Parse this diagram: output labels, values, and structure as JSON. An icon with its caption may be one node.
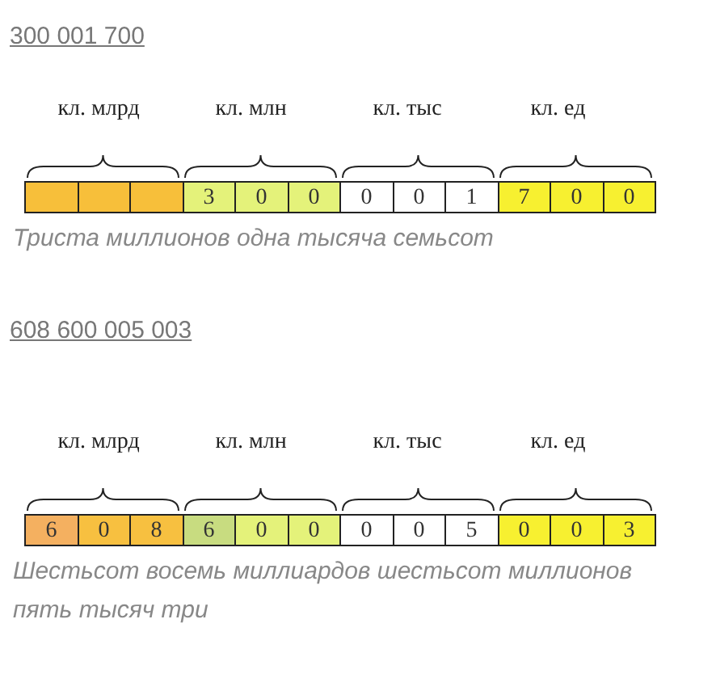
{
  "diagram": {
    "labels": [
      "300 001 700",
      "кл. млрд",
      "кл. млн",
      "кл. тыс",
      "кл. ед",
      "3",
      "0",
      "0",
      "0",
      "0",
      "1",
      "7",
      "0",
      "0",
      "Триста миллионов одна тысяча семьсот",
      "608 600 005 003",
      "кл. млрд",
      "кл. млн",
      "кл. тыс",
      "кл. ед",
      "6",
      "0",
      "8",
      "6",
      "0",
      "0",
      "0",
      "0",
      "5",
      "0",
      "0",
      "3",
      "Шестьсот восемь миллиардов шестьсот миллионов пять тысяч три"
    ]
  }
}
